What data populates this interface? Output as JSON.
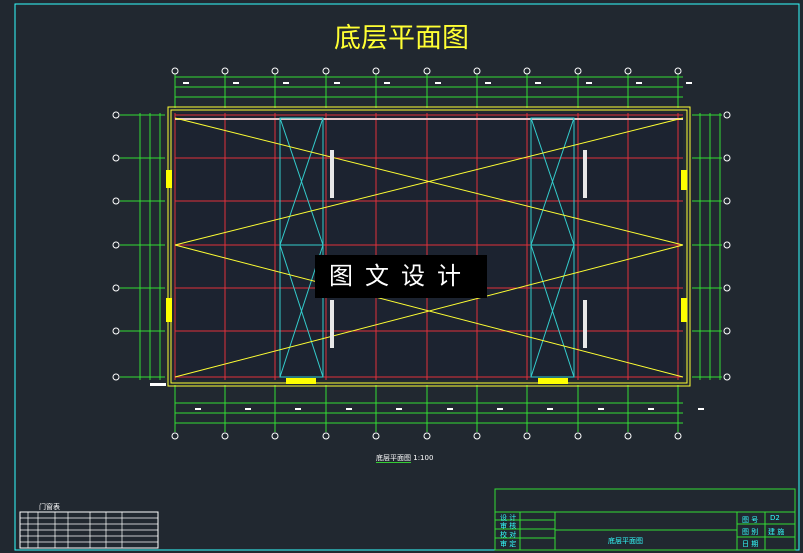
{
  "drawing": {
    "title": "底层平面图",
    "watermark": "图文设计",
    "caption": "底层平面图",
    "scale": "1:100"
  },
  "title_block": {
    "left_labels": [
      "设 计",
      "审 核",
      "校 对",
      "审 定"
    ],
    "drawing_name": "底层平面图",
    "right_labels": [
      "图 号",
      "图 别",
      "日 期"
    ],
    "right_values": [
      "D2",
      "建 施",
      ""
    ]
  },
  "schedule": {
    "title": "门窗表"
  },
  "colors": {
    "background": "#212830",
    "grid_axis": "#e0303a",
    "outline": "#ffff33",
    "dimension": "#33dd33",
    "bracing": "#33cccc",
    "border": "#33ffff"
  }
}
